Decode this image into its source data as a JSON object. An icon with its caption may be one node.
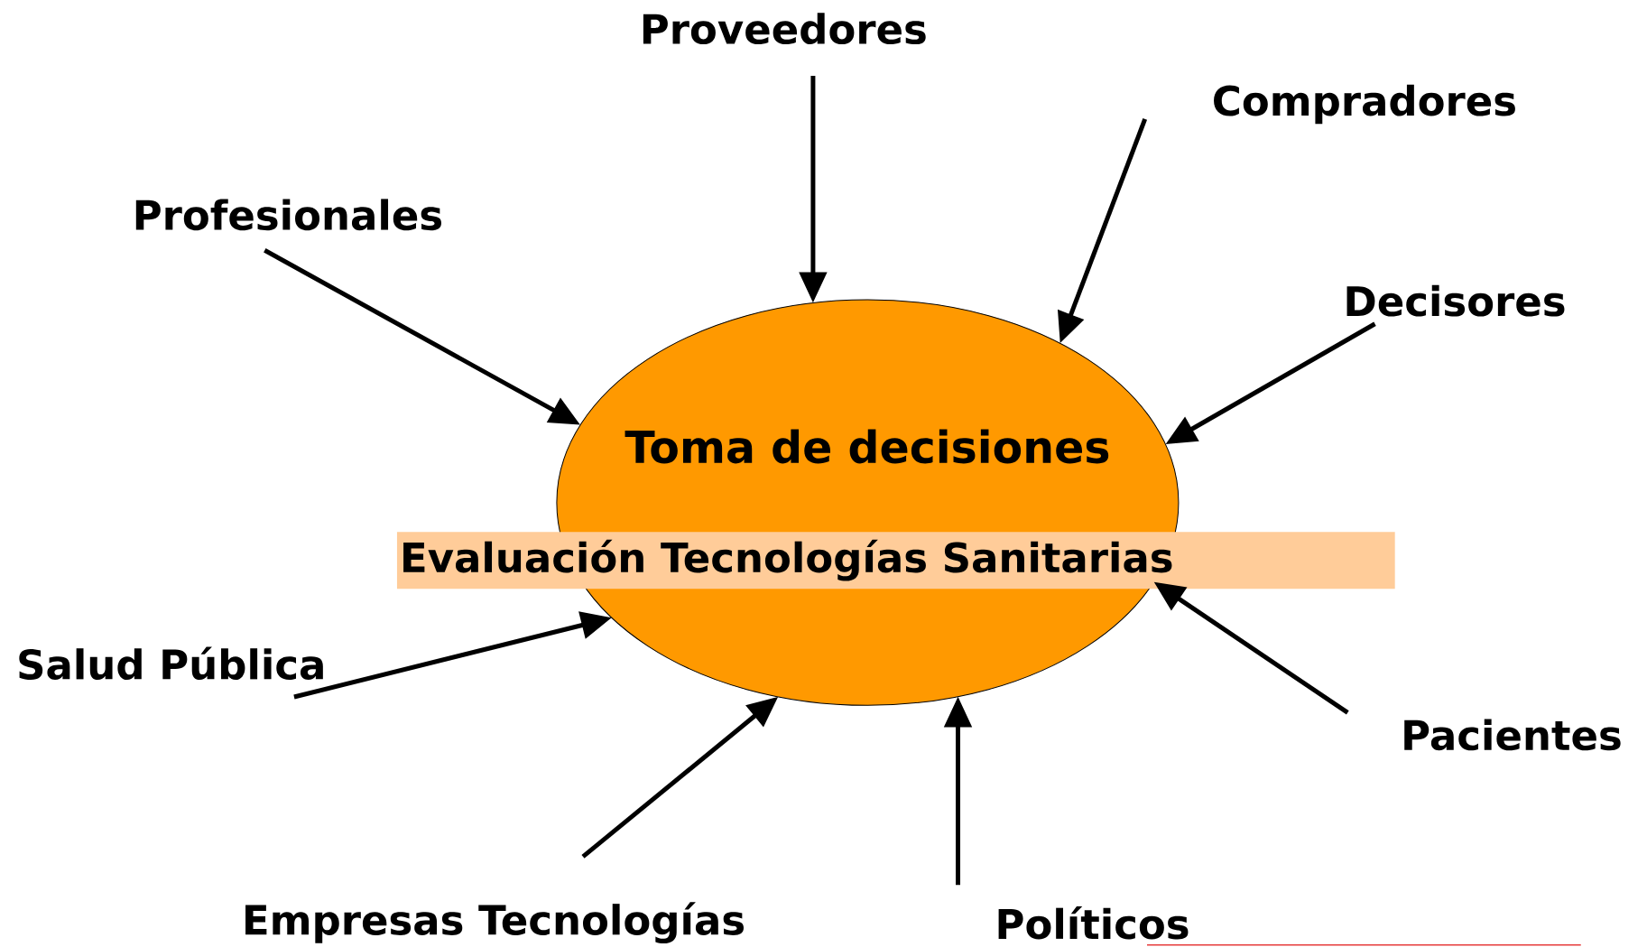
{
  "diagram": {
    "nodes": [
      {
        "text": [
          "Toma de decisiones"
        ]
      },
      {
        "text": [
          "Evaluación Tecnologías Sanitarias"
        ]
      },
      {
        "text": [
          "Proveedores"
        ]
      },
      {
        "text": [
          "Compradores"
        ]
      },
      {
        "text": [
          "Profesionales"
        ]
      },
      {
        "text": [
          "Decisores"
        ]
      },
      {
        "text": [
          "Salud Pública"
        ]
      },
      {
        "text": [
          "Pacientes"
        ]
      },
      {
        "text": [
          "Empresas Tecnologías"
        ]
      },
      {
        "text": [
          "Políticos"
        ]
      }
    ],
    "edges": [
      {
        "from": 2,
        "to": 0,
        "arrow": "to"
      },
      {
        "from": 3,
        "to": 0,
        "arrow": "to"
      },
      {
        "from": 4,
        "to": 0,
        "arrow": "to"
      },
      {
        "from": 5,
        "to": 0,
        "arrow": "to"
      },
      {
        "from": 6,
        "to": 0,
        "arrow": "to"
      },
      {
        "from": 7,
        "to": 0,
        "arrow": "to"
      },
      {
        "from": 8,
        "to": 0,
        "arrow": "to"
      },
      {
        "from": 9,
        "to": 0,
        "arrow": "to"
      }
    ]
  }
}
